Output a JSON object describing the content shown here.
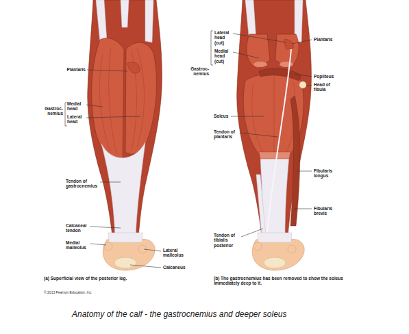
{
  "diagram": {
    "caption": "Anatomy of the calf - the gastrocnemius and deeper soleus",
    "labels": [
      "Plantaris",
      "Gastroc- nemius",
      "Medial head",
      "Lateral head",
      "Tendon of gastrocnemius",
      "Calcaneal tendon",
      "Medial malleolus",
      "Lateral malleolus",
      "Calcaneus",
      "(a) Superficial view of the posterior leg.",
      "© 2013 Pearson Education, Inc.",
      "Lateral head (cut)",
      "Medial head (cut)",
      "Gastroc- nemius",
      "Plantaris",
      "Popliteus",
      "Head of fibula",
      "Soleus",
      "Tendon of plantaris",
      "Fibularis longus",
      "Fibularis brevis",
      "Tendon of tibialis posterior",
      "(b) The gastrocnemius has been removed to show the soleus immediately deep to it."
    ]
  }
}
